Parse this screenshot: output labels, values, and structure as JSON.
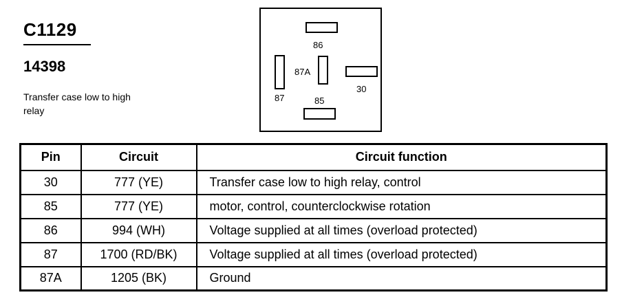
{
  "connector": {
    "id": "C1129",
    "part_number": "14398",
    "description": "Transfer case low to high relay"
  },
  "diagram": {
    "pins": [
      {
        "label": "86"
      },
      {
        "label": "87A"
      },
      {
        "label": "30"
      },
      {
        "label": "87"
      },
      {
        "label": "85"
      }
    ]
  },
  "table": {
    "headers": {
      "pin": "Pin",
      "circuit": "Circuit",
      "function": "Circuit function"
    },
    "rows": [
      {
        "pin": "30",
        "circuit": "777 (YE)",
        "function": "Transfer case low to high relay, control"
      },
      {
        "pin": "85",
        "circuit": "777 (YE)",
        "function": "motor, control, counterclockwise rotation"
      },
      {
        "pin": "86",
        "circuit": "994 (WH)",
        "function": "Voltage supplied at all times (overload protected)"
      },
      {
        "pin": "87",
        "circuit": "1700 (RD/BK)",
        "function": "Voltage supplied at all times (overload protected)"
      },
      {
        "pin": "87A",
        "circuit": "1205 (BK)",
        "function": "Ground"
      }
    ]
  }
}
